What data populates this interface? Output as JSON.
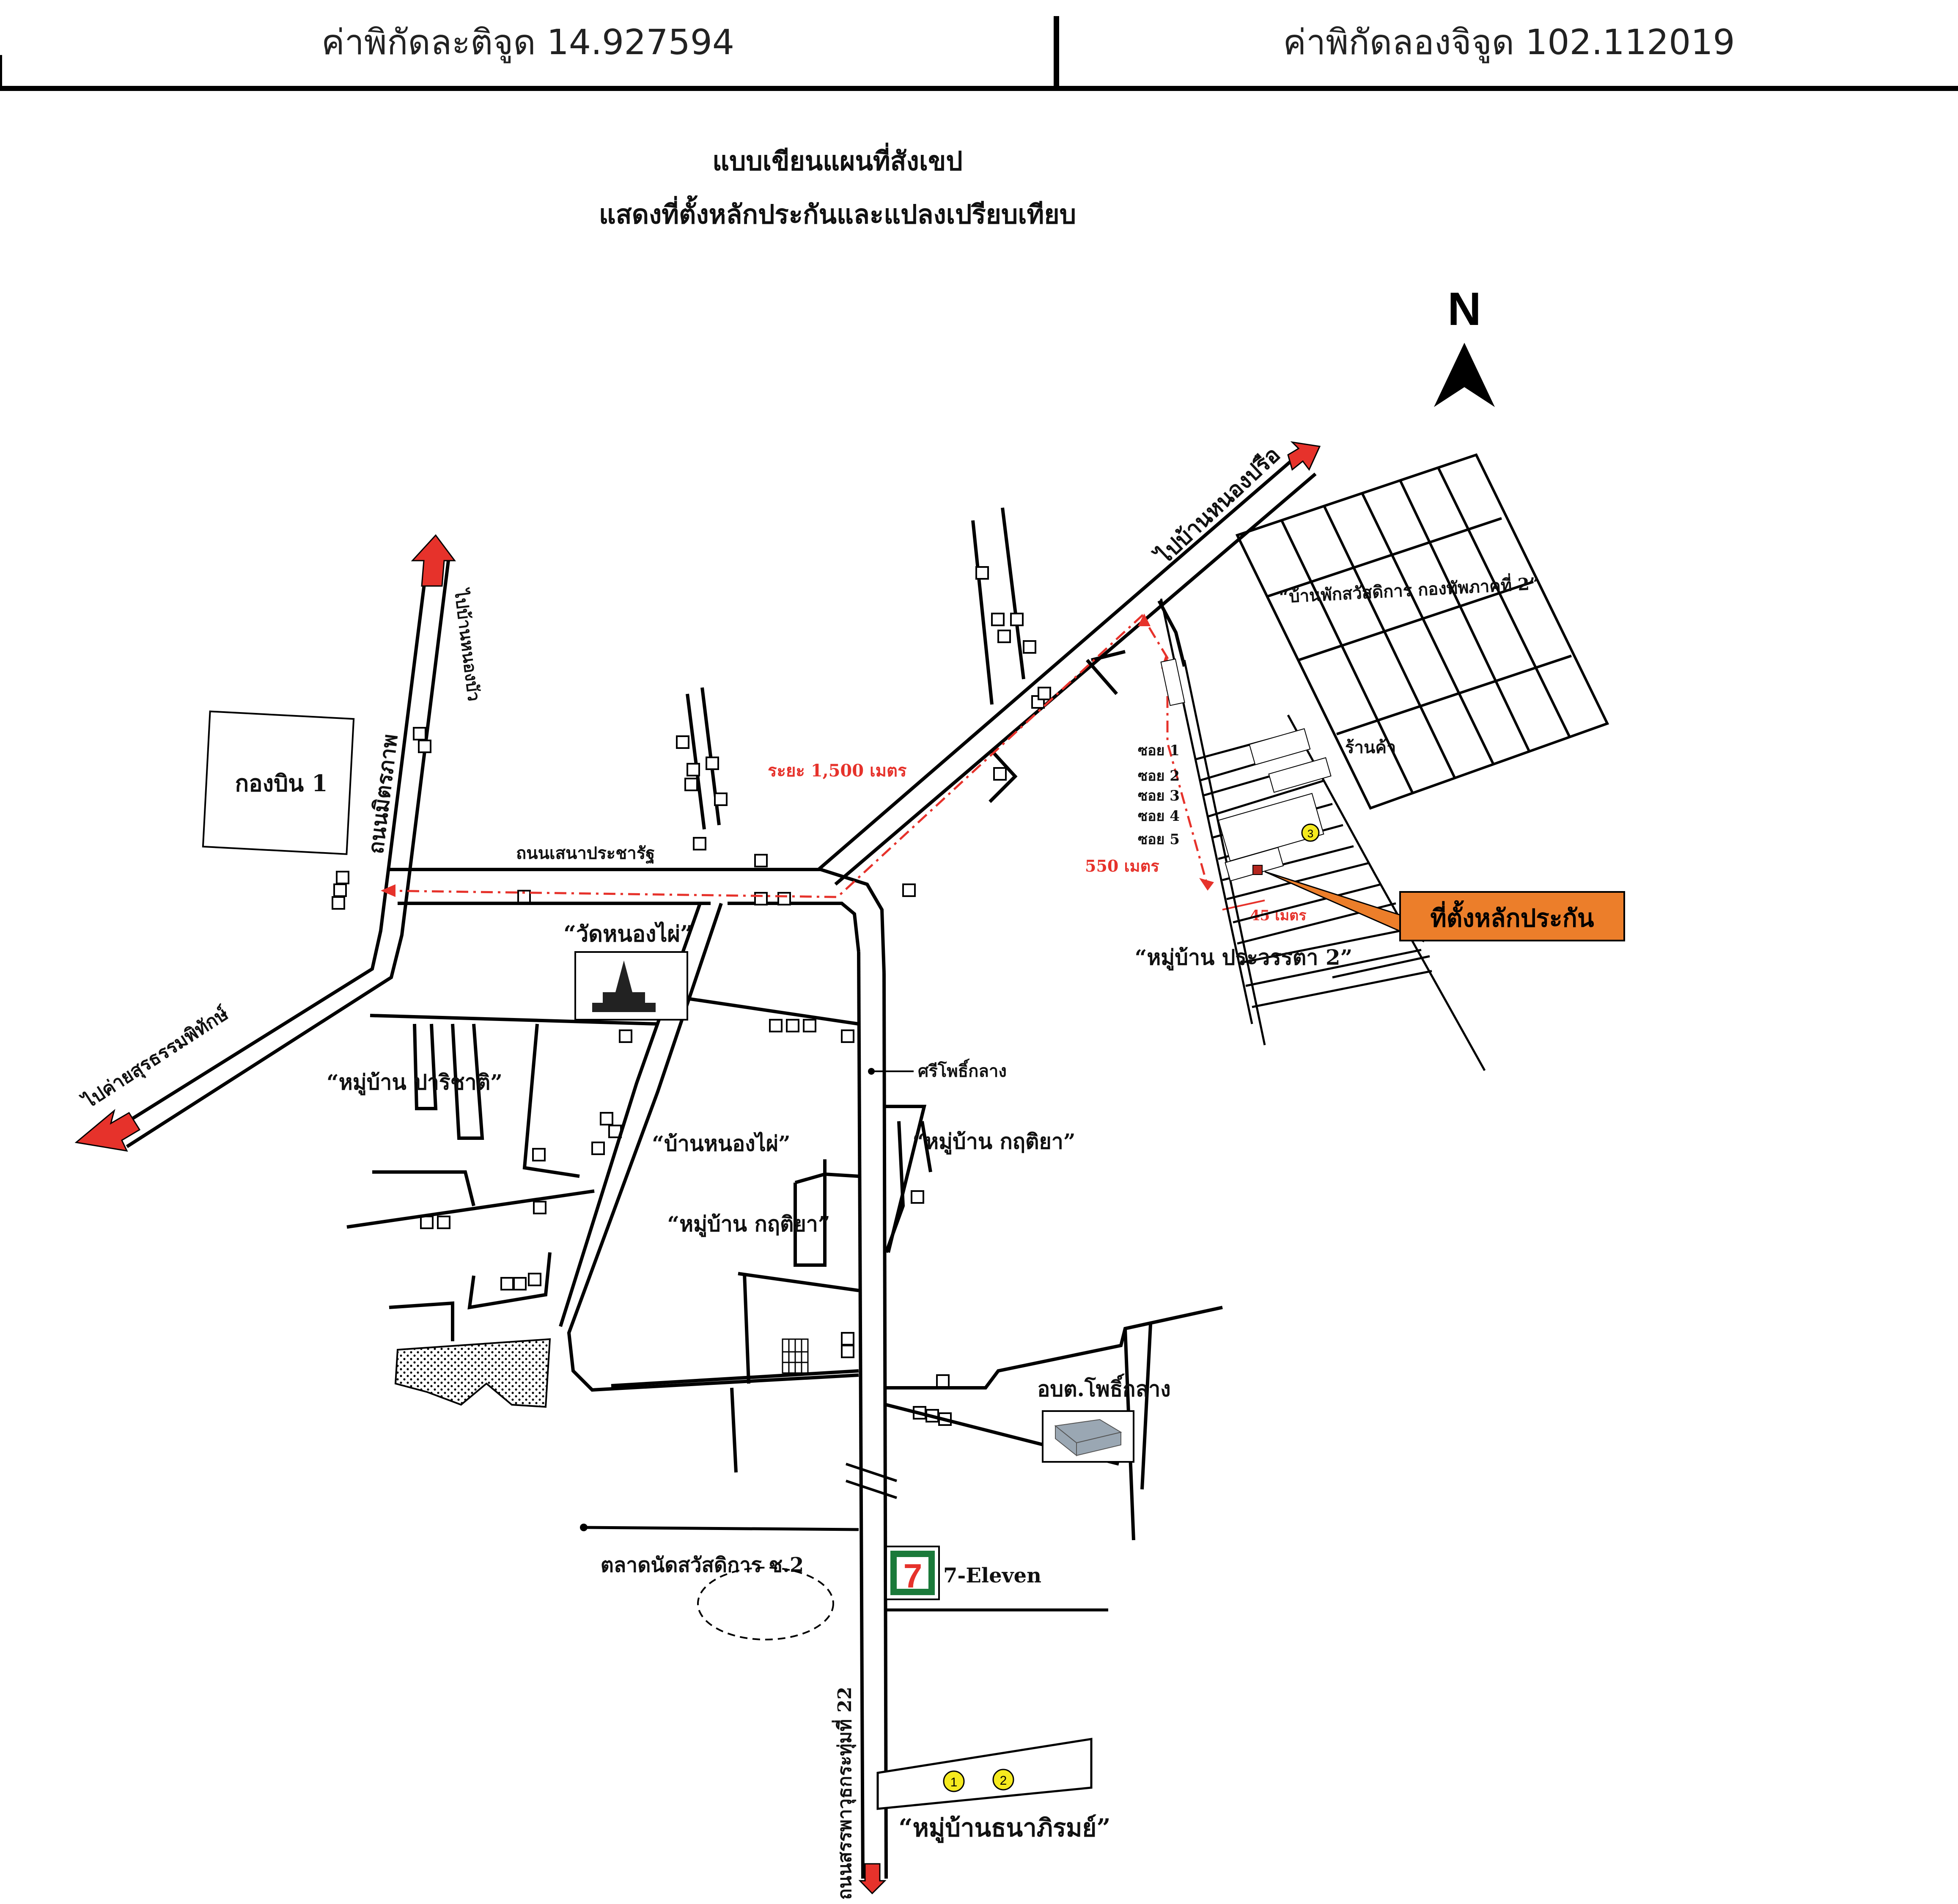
{
  "header": {
    "latitude": "ค่าพิกัดละติจูด 14.927594",
    "longitude": "ค่าพิกัดลองจิจูด 102.112019"
  },
  "map": {
    "title_line1": "แบบเขียนแผนที่สังเขป",
    "title_line2": "แสดงที่ตั้งหลักประกันและแปลงเปรียบเทียบ",
    "north": "N",
    "collateral_callout": "ที่ตั้งหลักประกัน",
    "distances": {
      "d1": "ระยะ 1,500 เมตร",
      "d2": "550 เมตร",
      "d3": "45 เมตร"
    },
    "roads": {
      "road_north_bound": "ไปบ้านหนองปรือ",
      "mitraphap": "ถนนมิตรภาพ",
      "to_top_left": "ไปบ้านหนองบัว",
      "to_bottom_left": "ไปค่ายสุรธรรมพิทักษ์",
      "senaprachrat": "ถนนเสนาประชารัฐ",
      "main_south": "ถนนสรรพาวุธกระทุ่มที่ 22"
    },
    "places": {
      "kongbin": "กองบิน 1",
      "wat": "“วัดหนองไผ่”",
      "paricha": "“หมู่บ้าน ปาริชาติ”",
      "bannongphai": "“บ้านหนองไผ่”",
      "krittiya1": "“หมู่บ้าน กฤติยา”",
      "krittiya2": "“หมู่บ้าน กฤติยา”",
      "sripho": "ศรีโพธิ์กลาง",
      "obt": "อบต.โพธิ์กลาง",
      "market": "ตลาดนัดสวัสดิการ ช.2",
      "seven": "7-Eleven",
      "thanaphirom": "“หมู่บ้านธนาภิรมย์”",
      "welfare": "“บ้านพักสวัสดิการ กองทัพภาคที่ 2”",
      "rancha": "ร้านค้า",
      "prawarata": "“หมู่บ้าน ประวรรตา 2”"
    },
    "sois": [
      "ซอย 1",
      "ซอย 2",
      "ซอย 3",
      "ซอย 4",
      "ซอย 5"
    ],
    "markers": [
      "1",
      "2",
      "3"
    ],
    "seven_logo": "7"
  },
  "colors": {
    "accent_red": "#e6322b",
    "callout_orange": "#ec7e2a",
    "marker_yellow": "#f5ea1e"
  }
}
